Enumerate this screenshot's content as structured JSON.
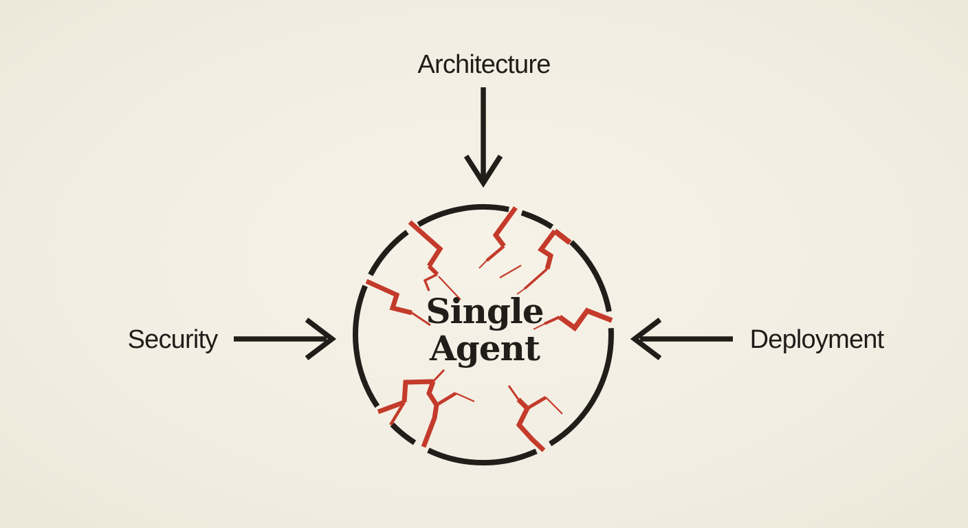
{
  "colors": {
    "background": "#f2eee3",
    "ink": "#211e1a",
    "crack": "#c43a2b"
  },
  "diagram": {
    "center_label": {
      "line1": "Single",
      "line2": "Agent"
    },
    "pressures": [
      {
        "label": "Architecture",
        "position": "top"
      },
      {
        "label": "Security",
        "position": "left"
      },
      {
        "label": "Deployment",
        "position": "right"
      }
    ]
  }
}
